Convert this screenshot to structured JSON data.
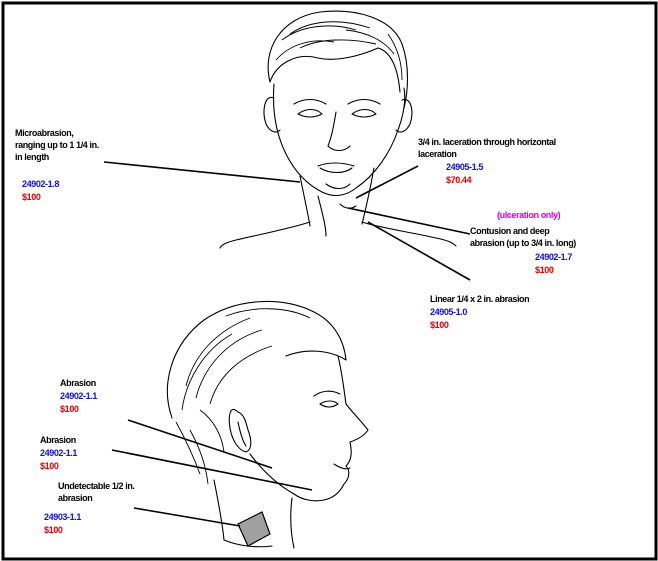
{
  "colors": {
    "label": "#000000",
    "code": "#1010d8",
    "charge": "#e00000",
    "note": "#e000e0",
    "patch": "#a0a0a0",
    "border": "#000000"
  },
  "annotations": {
    "front_left": {
      "line1": "Microabrasion,",
      "line2": "ranging up to 1 1/4 in.",
      "line3": "in length",
      "code": "24902-1.8",
      "charge": "$100"
    },
    "front_right": {
      "line1": "3/4 in. laceration through horizontal",
      "line2": "laceration",
      "code": "24905-1.5",
      "charge": "$70.44"
    },
    "front_note": {
      "note": "(ulceration only)",
      "line1": "Contusion and deep",
      "line2": "abrasion (up to 3/4 in. long)",
      "code": "24902-1.7",
      "charge": "$100"
    },
    "front_bottom": {
      "line1": "Linear 1/4 x 2 in. abrasion",
      "code": "24905-1.0",
      "charge": "$100"
    },
    "profile_top": {
      "line1": "Abrasion",
      "code": "24902-1.1",
      "charge": "$100"
    },
    "profile_mid": {
      "line1": "Abrasion",
      "code": "24902-1.1",
      "charge": "$100"
    },
    "profile_bottom": {
      "line1": "Undetectable 1/2 in.",
      "line2": "abrasion",
      "code": "24903-1.1",
      "charge": "$100"
    }
  }
}
